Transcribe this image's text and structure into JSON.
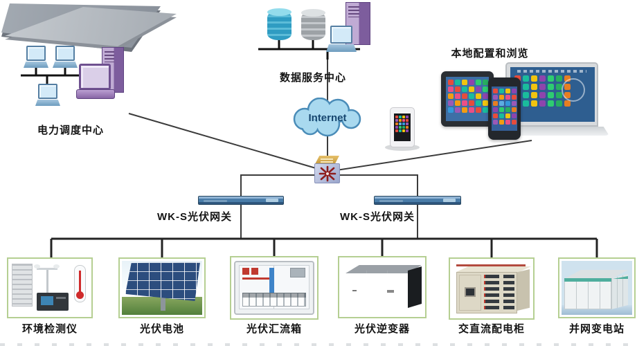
{
  "nodes": {
    "dispatch_center": {
      "label": "电力调度中心"
    },
    "data_center": {
      "label": "数据服务中心"
    },
    "internet": {
      "label": "Internet"
    },
    "local_config": {
      "label": "本地配置和浏览"
    },
    "gateway_left": {
      "label": "WK-S光伏网关"
    },
    "gateway_right": {
      "label": "WK-S光伏网关"
    }
  },
  "devices": [
    {
      "label": "环境检测仪",
      "type": "environment-monitor"
    },
    {
      "label": "光伏电池",
      "type": "pv-panel"
    },
    {
      "label": "光伏汇流箱",
      "type": "pv-combiner-box"
    },
    {
      "label": "光伏逆变器",
      "type": "pv-inverter"
    },
    {
      "label": "交直流配电柜",
      "type": "acdc-distribution-cabinet"
    },
    {
      "label": "并网变电站",
      "type": "grid-substation"
    }
  ],
  "colors": {
    "line": "#3b3b3b",
    "cloud_fill": "#a9d9ef",
    "cloud_stroke": "#4a8cb8",
    "gateway_blue": "#49759f",
    "device_box_border": "#b5cf92",
    "platform_gray": "#9aa1aa",
    "router_gold": "#d2a94f",
    "router_face": "#b8c0dc",
    "starburst_red": "#8e1c1c"
  },
  "icon_palette": [
    "#e74c3c",
    "#27ae60",
    "#f39c12",
    "#8e44ad",
    "#3498db",
    "#1abc9c",
    "#e67e22",
    "#ec4f86",
    "#2ecc71",
    "#9b59b6",
    "#f1c40f",
    "#5dade2"
  ]
}
